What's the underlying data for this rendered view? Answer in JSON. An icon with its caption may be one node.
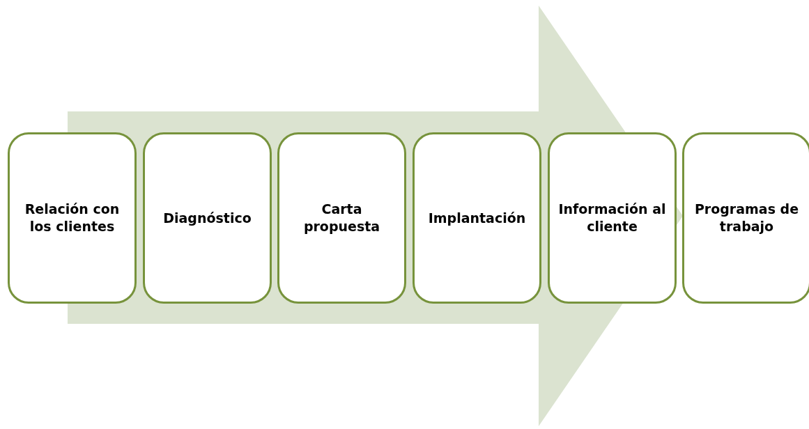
{
  "diagram": {
    "nodes": [
      {
        "text": [
          "Relación con los clientes"
        ]
      },
      {
        "text": [
          "Diagnóstico"
        ]
      },
      {
        "text": [
          "Carta propuesta"
        ]
      },
      {
        "text": [
          "Implantación"
        ]
      },
      {
        "text": [
          "Información al cliente"
        ]
      },
      {
        "text": [
          "Programas de trabajo"
        ]
      }
    ],
    "edges": [
      {
        "from": 0,
        "to": 5,
        "arrow": "to"
      }
    ]
  }
}
